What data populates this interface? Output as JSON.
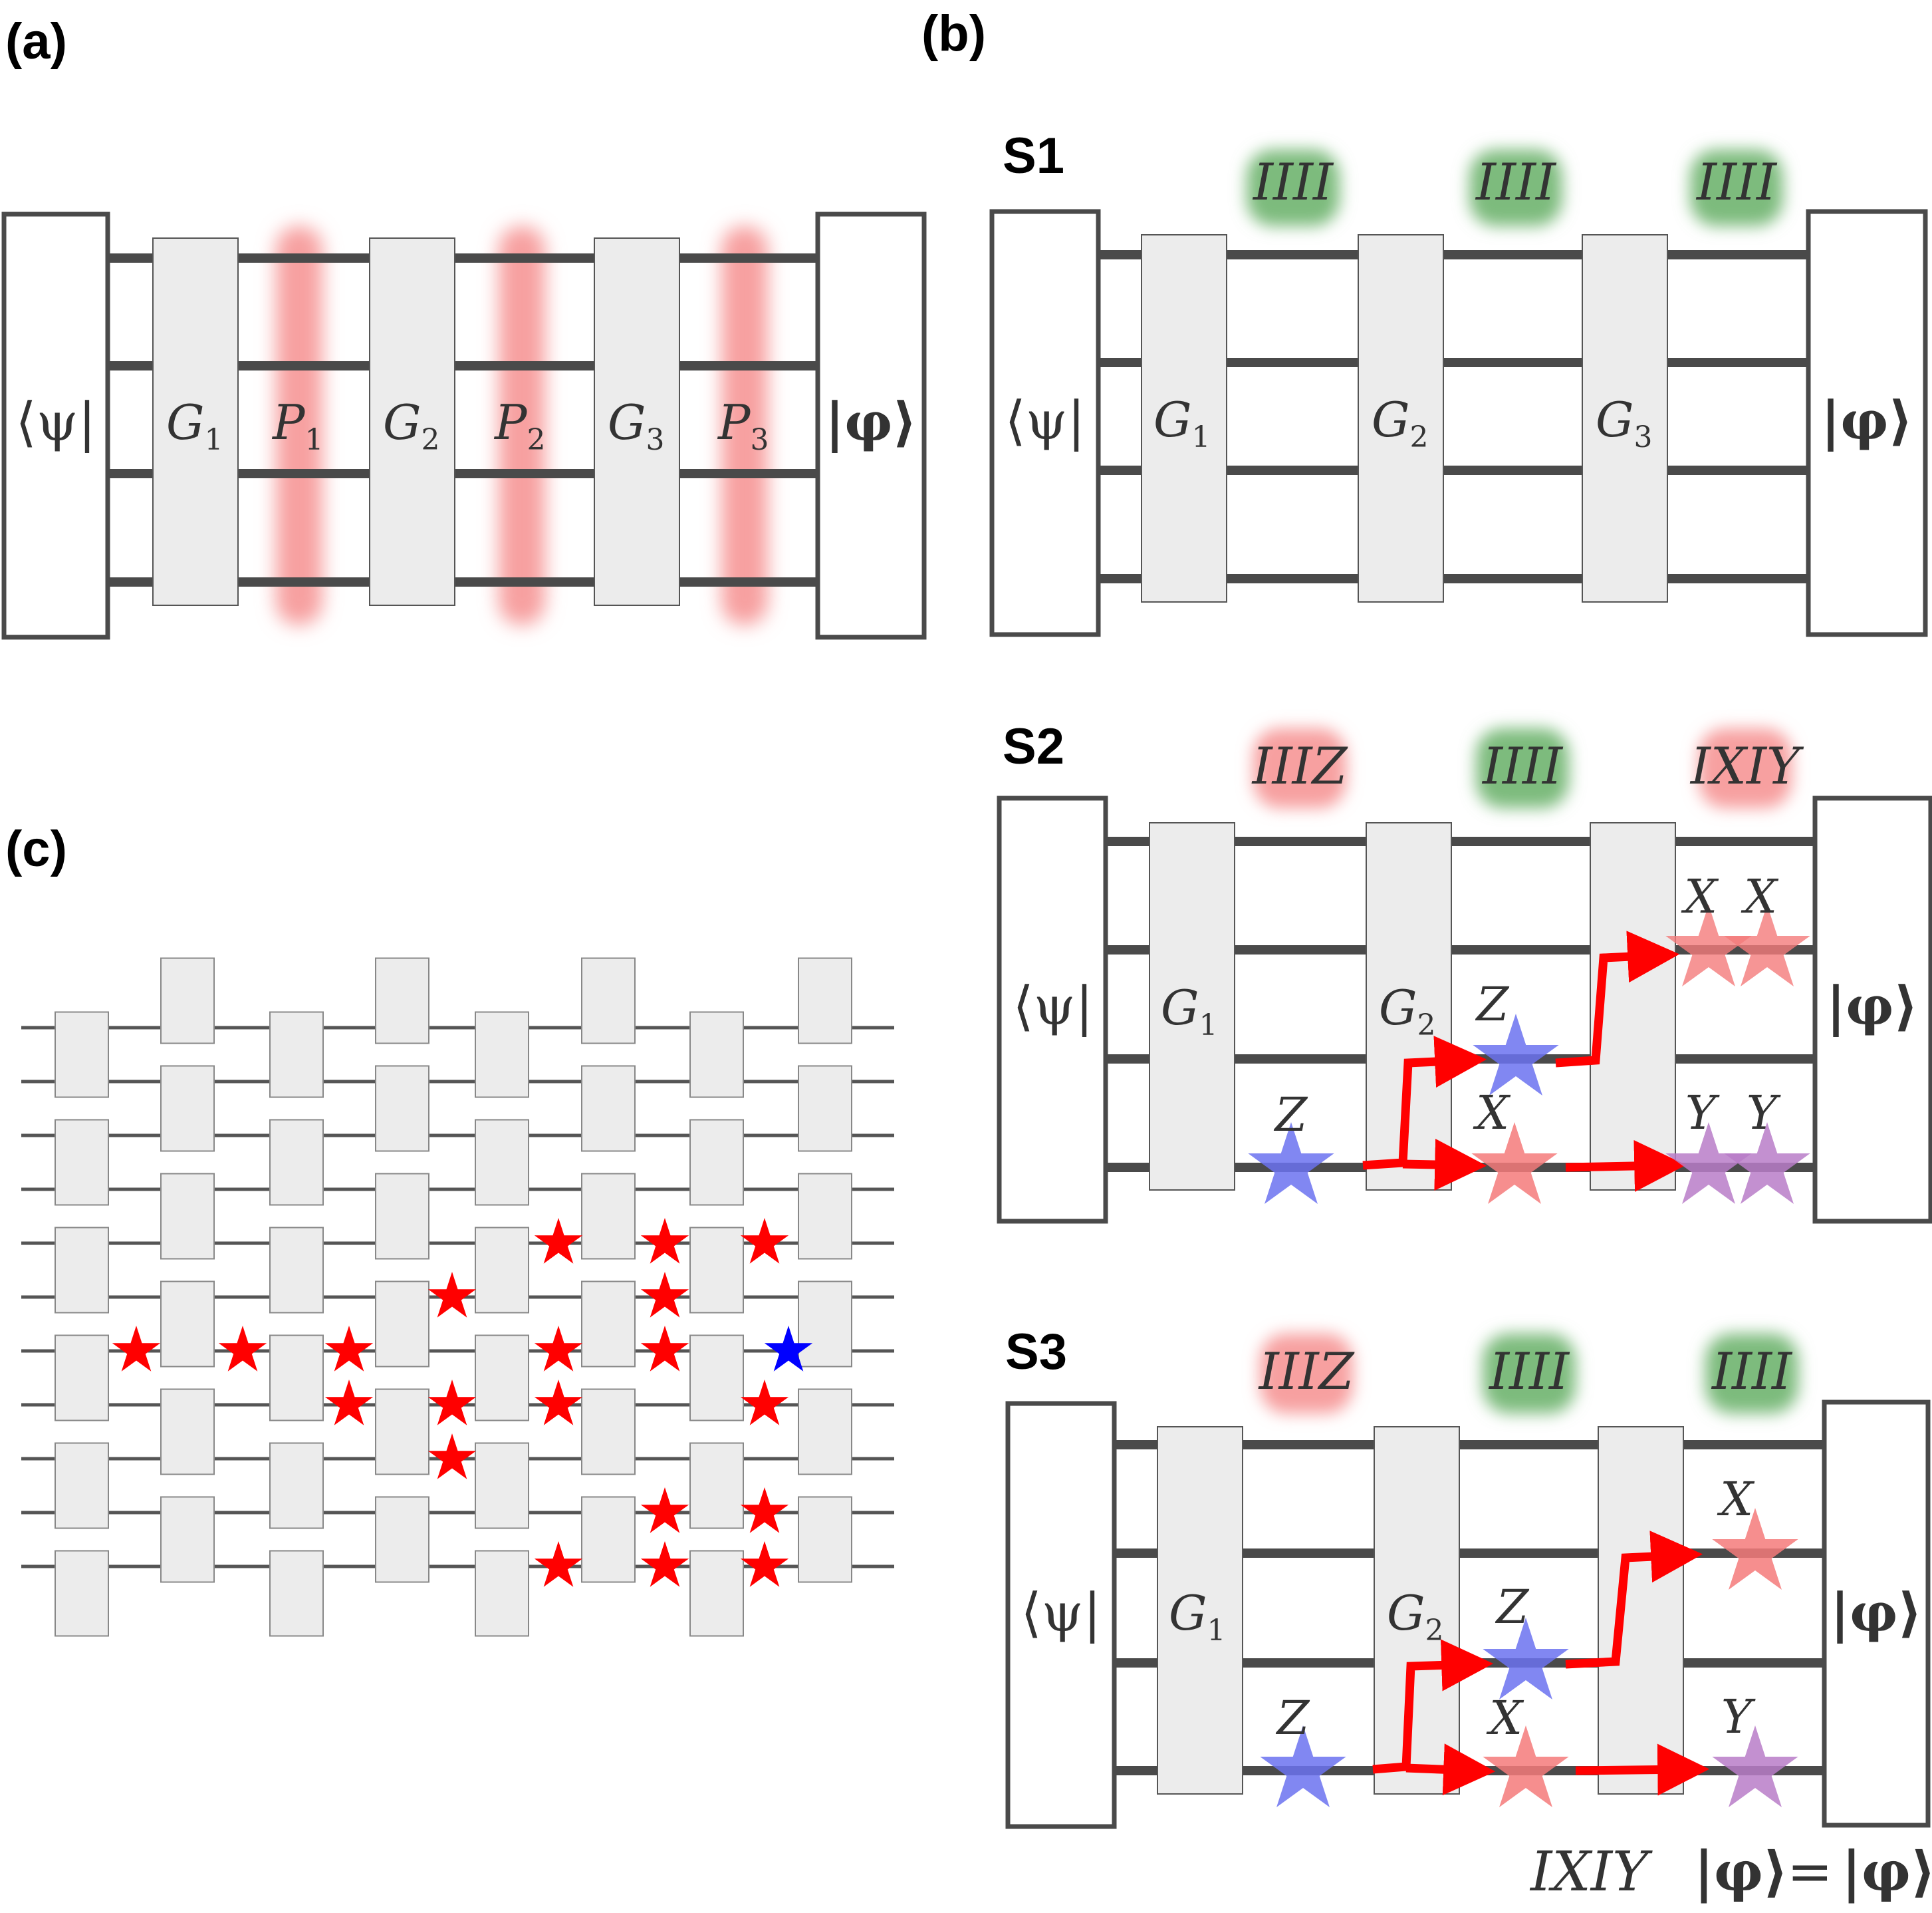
{
  "panels": {
    "a": {
      "label": "(a)",
      "bra": "⟨ψ|",
      "ket": "|φ⟩",
      "gates": [
        {
          "name": "G",
          "sub": "1"
        },
        {
          "name": "G",
          "sub": "2"
        },
        {
          "name": "G",
          "sub": "3"
        }
      ],
      "paulis": [
        {
          "name": "P",
          "sub": "1"
        },
        {
          "name": "P",
          "sub": "2"
        },
        {
          "name": "P",
          "sub": "3"
        }
      ]
    },
    "b": {
      "label": "(b)",
      "scenarios": [
        {
          "label": "S1",
          "strings": [
            "IIII",
            "IIII",
            "IIII"
          ],
          "status": [
            "green",
            "green",
            "green"
          ],
          "bra": "⟨ψ|",
          "ket": "|φ⟩",
          "gates": [
            {
              "name": "G",
              "sub": "1"
            },
            {
              "name": "G",
              "sub": "2"
            },
            {
              "name": "G",
              "sub": "3"
            }
          ],
          "stars": []
        },
        {
          "label": "S2",
          "strings": [
            "IIIZ",
            "IIII",
            "IXIY"
          ],
          "status": [
            "red",
            "green",
            "red"
          ],
          "bra": "⟨ψ|",
          "ket": "|φ⟩",
          "gates": [
            {
              "name": "G",
              "sub": "1"
            },
            {
              "name": "G",
              "sub": "2"
            }
          ],
          "stars": [
            {
              "text": "Z",
              "color": "#6b72f0"
            },
            {
              "text": "Z",
              "color": "#6b72f0"
            },
            {
              "text": "X",
              "color": "#f47a7a"
            },
            {
              "text": "X",
              "color": "#f47a7a"
            },
            {
              "text": "X",
              "color": "#f47a7a"
            },
            {
              "text": "Y",
              "color": "#b87cc8"
            },
            {
              "text": "Y",
              "color": "#b87cc8"
            }
          ]
        },
        {
          "label": "S3",
          "strings": [
            "IIIZ",
            "IIII",
            "IIII"
          ],
          "status": [
            "red",
            "green",
            "green"
          ],
          "bra": "⟨ψ|",
          "ket": "|φ⟩",
          "gates": [
            {
              "name": "G",
              "sub": "1"
            },
            {
              "name": "G",
              "sub": "2"
            }
          ],
          "stars": [
            {
              "text": "Z",
              "color": "#6b72f0"
            },
            {
              "text": "Z",
              "color": "#6b72f0"
            },
            {
              "text": "X",
              "color": "#f47a7a"
            },
            {
              "text": "X",
              "color": "#f47a7a"
            },
            {
              "text": "Y",
              "color": "#b87cc8"
            }
          ]
        }
      ],
      "equation": {
        "lhs": "IXIY",
        "ket": "|φ⟩",
        "eq": "=",
        "rhs": "|φ⟩"
      }
    },
    "c": {
      "label": "(c)",
      "qubits": 11,
      "layers": 8,
      "red_star_color": "#ff0000",
      "blue_star_color": "#0000ff"
    }
  },
  "colors": {
    "wire": "#4a4a4a",
    "gate_fill": "#ececec",
    "box_stroke": "#4a4a4a",
    "glow_red": "#f7a0a0",
    "glow_green": "#7dbb7d",
    "arrow": "#ff0000"
  }
}
